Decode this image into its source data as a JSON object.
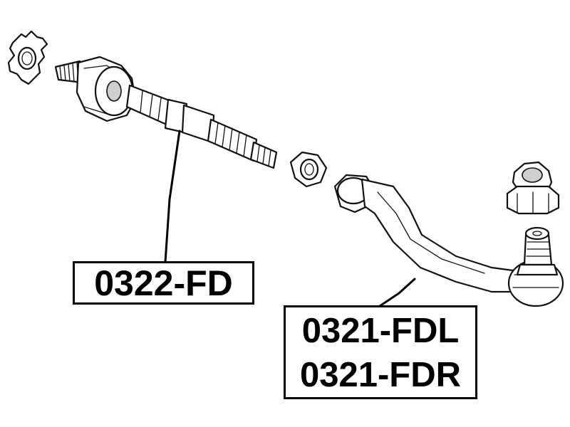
{
  "labels": {
    "inner_tie_rod": "0322-FD",
    "tie_rod_end_left": "0321-FDL",
    "tie_rod_end_right": "0321-FDR"
  },
  "colors": {
    "line": "#111111",
    "background": "#ffffff",
    "shade": "#cfcfcf"
  }
}
